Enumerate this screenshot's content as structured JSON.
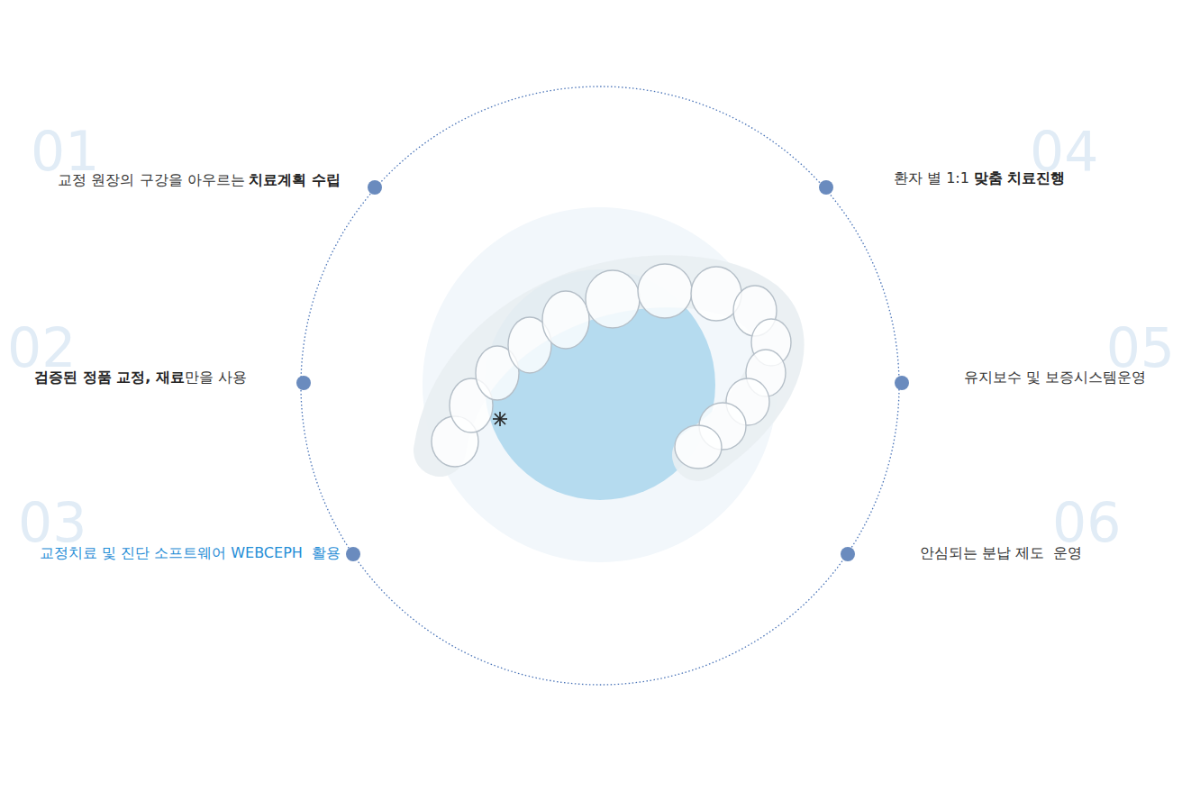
{
  "diagram": {
    "labels": [
      "01",
      "교정 원장의 구강을 아우르는",
      "치료계획 수립",
      "04",
      "환자 별 1:1",
      "맞춤 치료진행",
      "02",
      "검증된 정품 교정, 재료",
      "만을 사용",
      "05",
      "유지보수 및 보증시스템운영",
      "03",
      "교정치료 및 진단 소프트웨어 WEBCEPH  활용",
      "06",
      "안심되는 분납 제도  운영"
    ]
  }
}
